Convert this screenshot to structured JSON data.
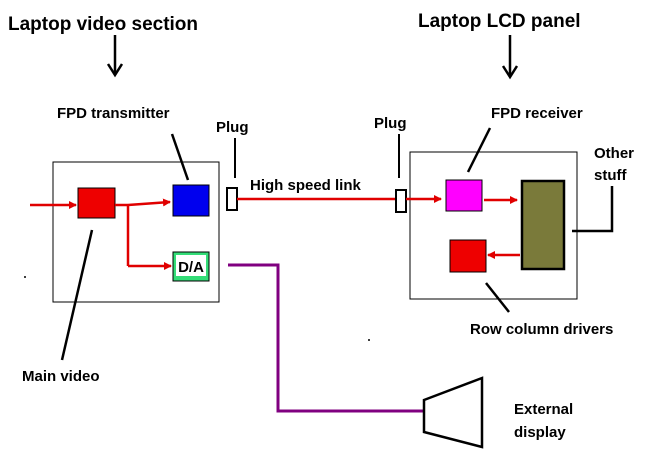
{
  "labels": {
    "laptop_video_section": "Laptop video section",
    "laptop_lcd_panel": "Laptop LCD panel",
    "fpd_transmitter": "FPD transmitter",
    "plug_left": "Plug",
    "plug_right": "Plug",
    "high_speed_link": "High speed link",
    "fpd_receiver": "FPD receiver",
    "other_stuff_line1": "Other",
    "other_stuff_line2": "stuff",
    "da_converter": "D/A",
    "main_video": "Main video",
    "row_column_drivers": "Row column drivers",
    "external_display_line1": "External",
    "external_display_line2": "display"
  },
  "colors": {
    "signal_red": "#e00000",
    "analog_purple": "#800080",
    "main_video_block": "#ee0000",
    "fpd_transmitter_block": "#0000ee",
    "da_block": "#33dd77",
    "fpd_receiver_block": "#ff00ff",
    "row_column_driver_block": "#ee0000",
    "lcd_matrix_block": "#7a7a3a"
  }
}
